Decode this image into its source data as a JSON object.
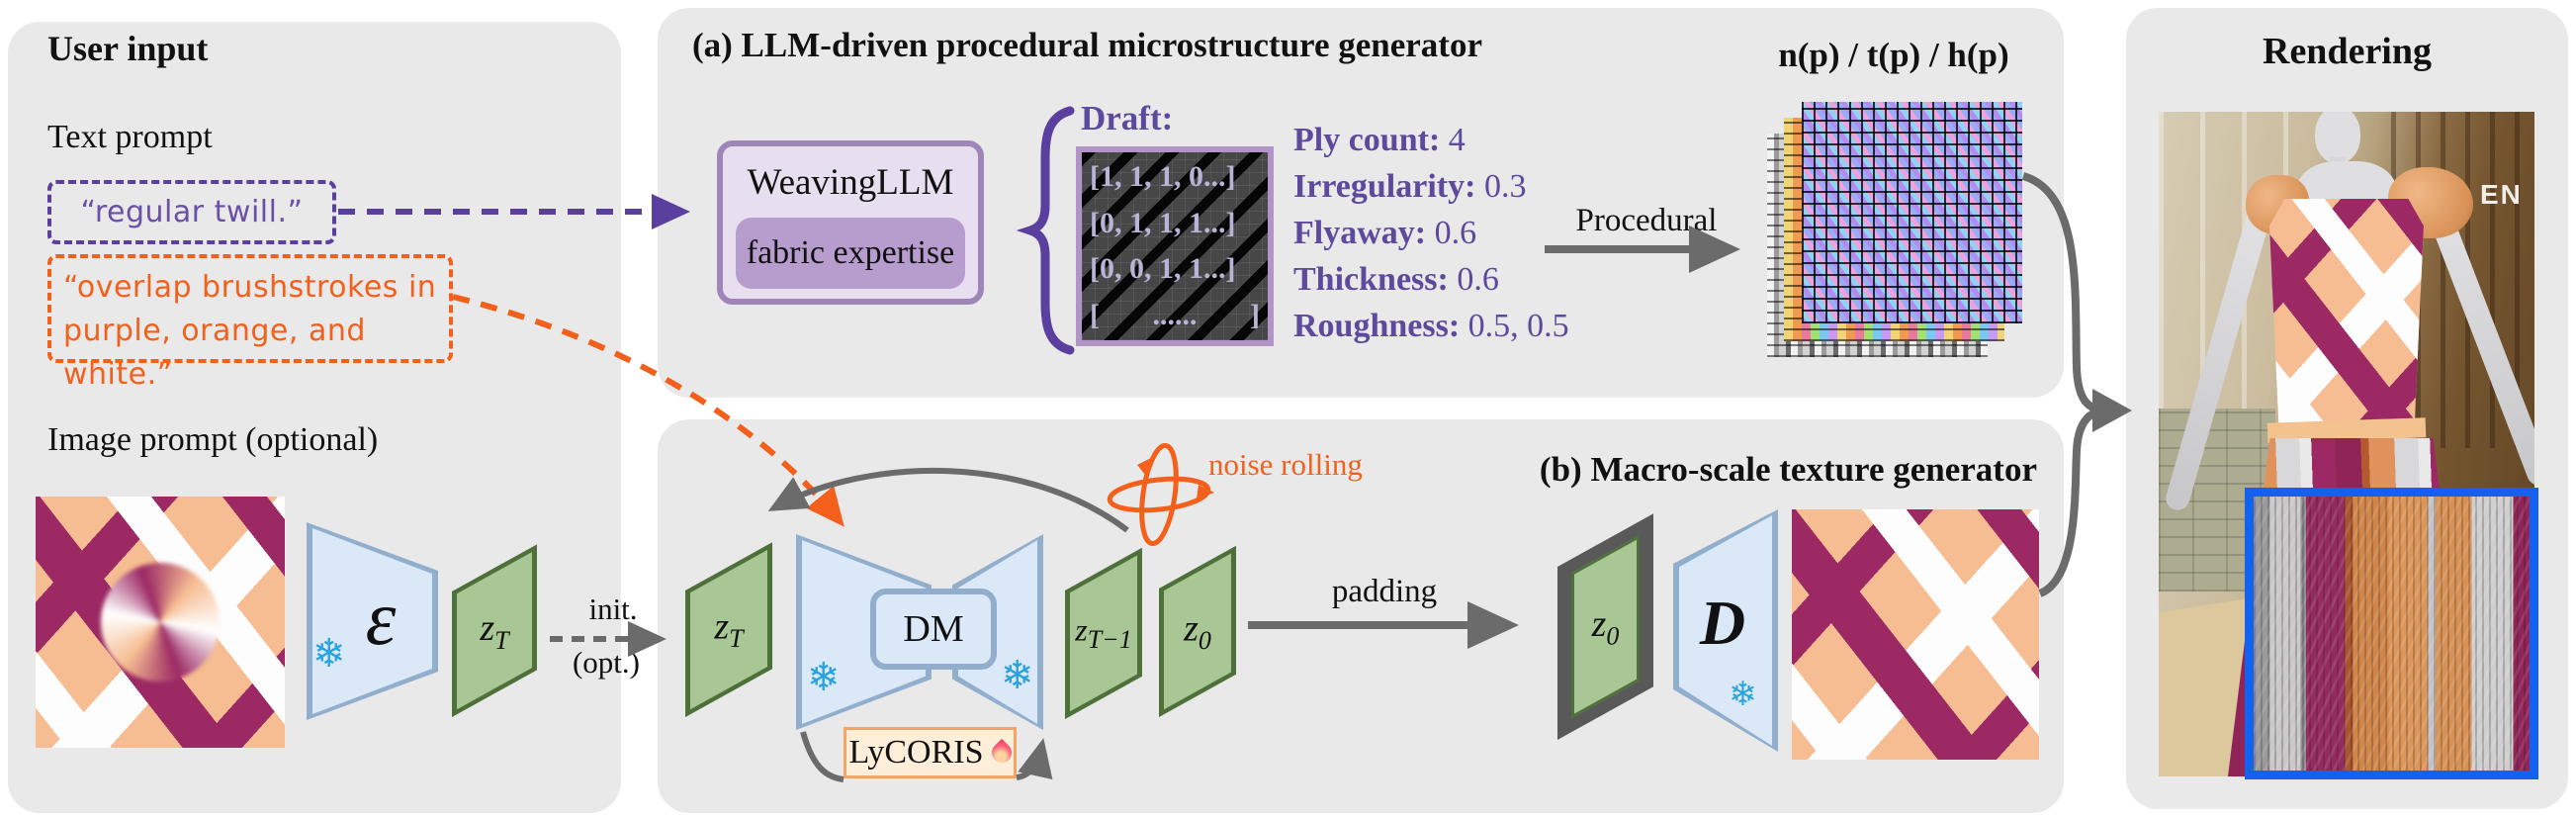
{
  "colors": {
    "panel_bg": "#e9e9e9",
    "purple_accent": "#5b3f9e",
    "purple_text": "#6b50a8",
    "param_purple": "#5d4a9c",
    "orange_accent": "#f2601c",
    "green_fill": "#a9c795",
    "green_border": "#4e713c",
    "blue_fill": "#dae8f8",
    "blue_border": "#92aecd",
    "snowflake_blue": "#2aa2de",
    "gray_arrow": "#6b6b6b",
    "magenta": "#9c2964",
    "peach": "#f6bd92",
    "highlight_blue": "#1461f0",
    "llm_fill": "#e7def0",
    "llm_border": "#9f85b8",
    "llm_inner_fill": "#b79cce",
    "lycoris_fill": "#fdeeda",
    "lycoris_border": "#f5a464",
    "matrix_border": "#b294c6",
    "matrix_text": "#b9b3d6"
  },
  "user_input": {
    "title": "User input",
    "text_prompt_label": "Text prompt",
    "prompt_purple": "“regular twill.”",
    "prompt_orange_line1": "“overlap brushstrokes in",
    "prompt_orange_line2": "purple, orange, and white.”",
    "image_prompt_label": "Image prompt (optional)",
    "encoder_symbol": "ε",
    "latent": {
      "base": "z",
      "sub": "T"
    },
    "init_label": "init.",
    "init_label2": "(opt.)"
  },
  "panel_a": {
    "title": "(a) LLM-driven procedural microstructure generator",
    "llm_box_label": "WeavingLLM",
    "llm_inner_label": "fabric expertise",
    "draft_label": "Draft:",
    "draft_rows": [
      "[1, 1, 1, 0...]",
      "[0, 1, 1, 1...]",
      "[0, 0, 1, 1...]"
    ],
    "draft_row4": {
      "left": "[",
      "dots": "......",
      "right": "]"
    },
    "params": [
      {
        "label": "Ply count:",
        "value": "4"
      },
      {
        "label": "Irregularity:",
        "value": "0.3"
      },
      {
        "label": "Flyaway:",
        "value": "0.6"
      },
      {
        "label": "Thickness:",
        "value": "0.6"
      },
      {
        "label": "Roughness:",
        "value": "0.5, 0.5"
      }
    ],
    "arrow_label": "Procedural",
    "maps_label": "n(p) / t(p) / h(p)"
  },
  "panel_b": {
    "title": "(b) Macro-scale texture generator",
    "noise_rolling_label": "noise rolling",
    "dm_label": "DM",
    "lycoris_label": "LyCORIS",
    "padding_label": "padding",
    "zT": {
      "base": "z",
      "sub": "T"
    },
    "zT1": {
      "base": "z",
      "sub": "T−1"
    },
    "z0": {
      "base": "z",
      "sub": "0"
    },
    "z0_padded": {
      "base": "z",
      "sub": "0"
    },
    "decoder_symbol": "D"
  },
  "rendering": {
    "title": "Rendering",
    "background_sign": "EN"
  },
  "icons": {
    "snowflake": "❄"
  }
}
